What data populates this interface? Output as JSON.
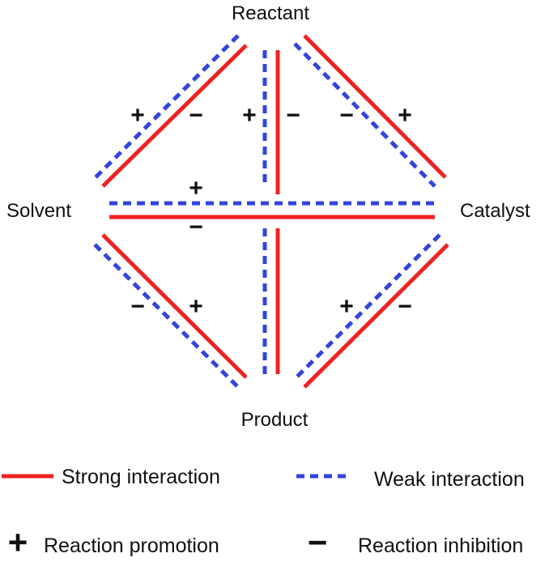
{
  "nodes": {
    "reactant": "Reactant",
    "solvent": "Solvent",
    "catalyst": "Catalyst",
    "product": "Product"
  },
  "signs": {
    "plus": "+",
    "minus": "−"
  },
  "legend": {
    "strong": "Strong interaction",
    "weak": "Weak interaction",
    "promotion_symbol": "+",
    "promotion": "Reaction promotion",
    "inhibition_symbol": "−",
    "inhibition": "Reaction inhibition"
  },
  "colors": {
    "strong": "#ee2222",
    "weak": "#3344dd",
    "text": "#111111"
  }
}
